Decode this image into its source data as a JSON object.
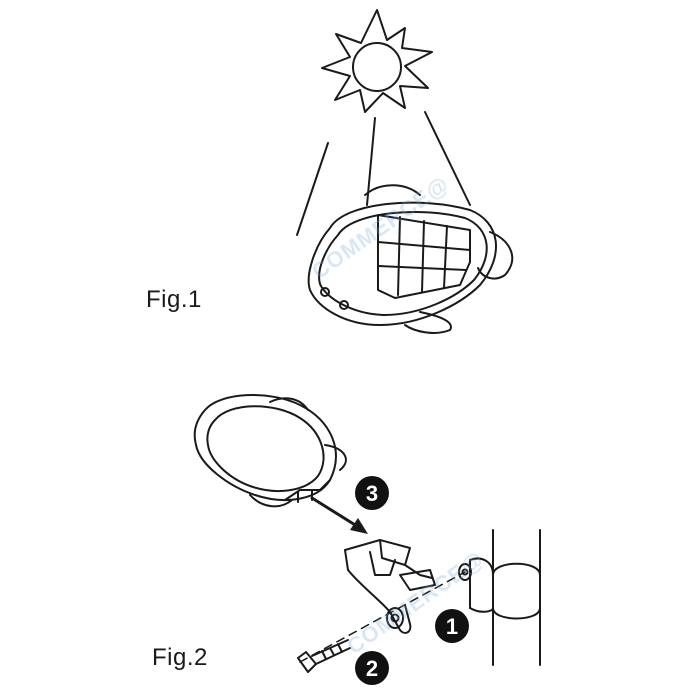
{
  "figures": {
    "fig1_label": "Fig.1",
    "fig2_label": "Fig.2"
  },
  "steps": [
    {
      "number": "1"
    },
    {
      "number": "2"
    },
    {
      "number": "3"
    }
  ],
  "watermark": {
    "text": "COMMERCE@"
  },
  "colors": {
    "line": "#1a1a1a",
    "badge": "#111111",
    "watermark": "#8fb8e0"
  }
}
